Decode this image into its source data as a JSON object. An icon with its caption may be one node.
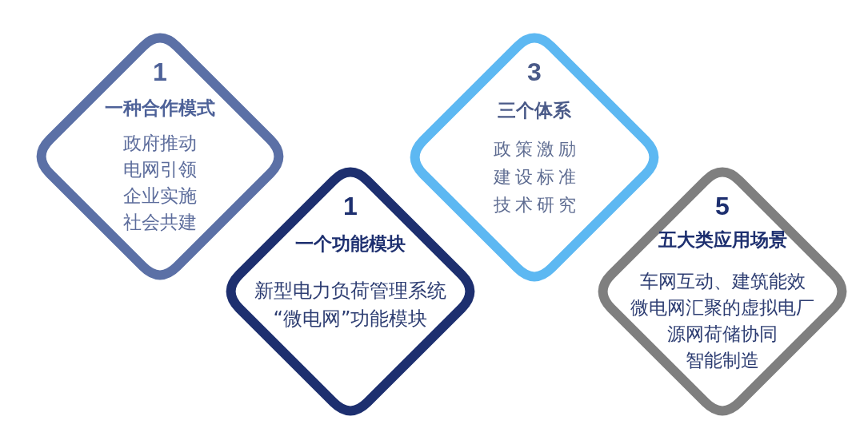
{
  "diagram": {
    "nodes": [
      {
        "text": [
          "1",
          "一种合作模式",
          "政府推动",
          "电网引领",
          "企业实施",
          "社会共建"
        ]
      },
      {
        "text": [
          "1",
          "一个功能模块",
          "新型电力负荷管理系统“微电网”功能模块"
        ]
      },
      {
        "text": [
          "3",
          "三个体系",
          "政策激励",
          "建设标准",
          "技术研究"
        ]
      },
      {
        "text": [
          "5",
          "五大类应用场景",
          "车网互动、建筑能效",
          "微电网汇聚的虚拟电厂",
          "源网荷储协同",
          "智能制造"
        ]
      }
    ]
  }
}
